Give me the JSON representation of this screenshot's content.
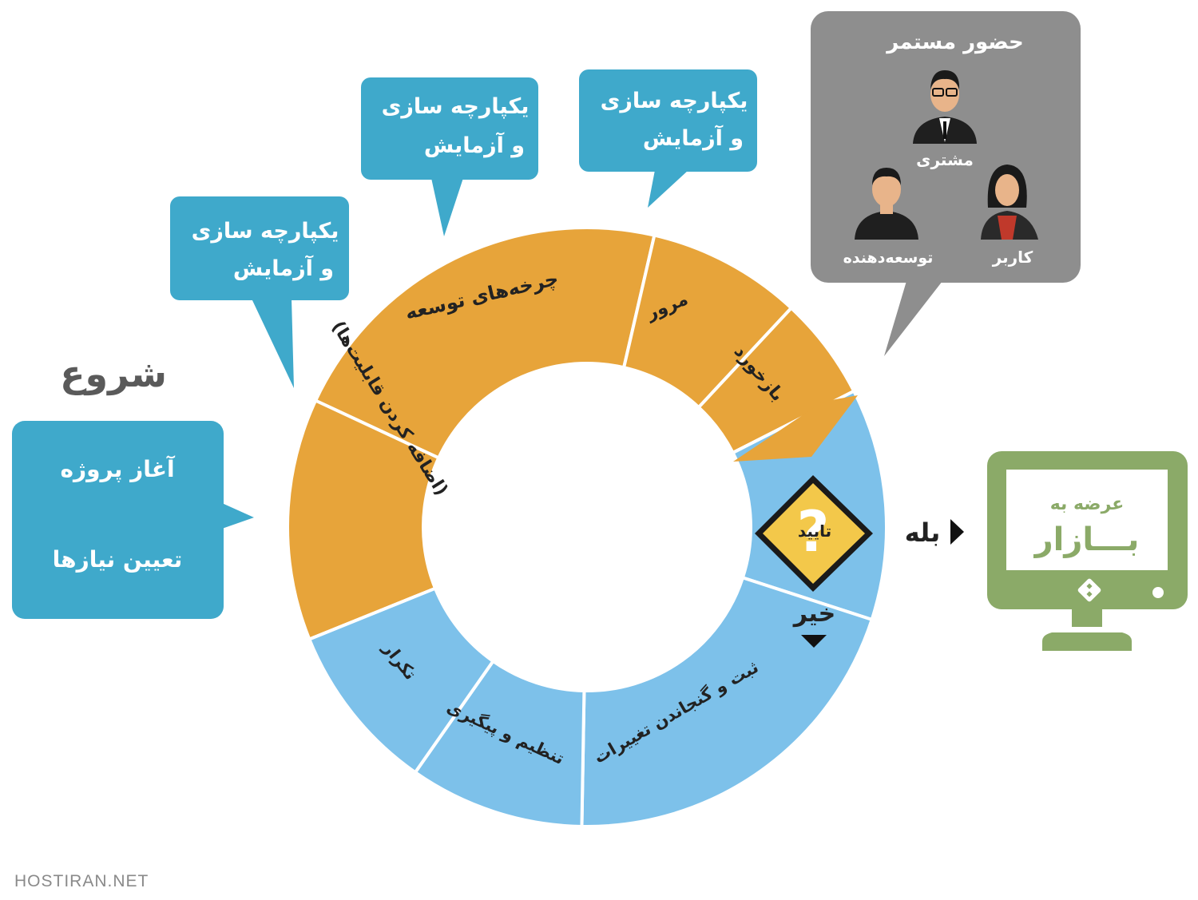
{
  "start": {
    "title": "شروع",
    "project_start": "آغاز پروژه",
    "requirements": "تعیین نیازها"
  },
  "integration_bubbles": [
    {
      "line1": "یکپارچه سازی",
      "line2": "و آزمایش"
    },
    {
      "line1": "یکپارچه سازی",
      "line2": "و آزمایش"
    },
    {
      "line1": "یکپارچه سازی",
      "line2": "و آزمایش"
    }
  ],
  "cycle": {
    "segments": {
      "dev_cycles_a": "چرخه‌های توسعه",
      "dev_cycles_b": "(اضافه کردن قابلیت‌ها)",
      "review": "مرور",
      "feedback": "بازخورد",
      "approval": "تایید",
      "record_changes": "ثبت و گنجاندن تغییرات",
      "tune_follow": "تنظیم و پیگیری",
      "repeat": "تکرار"
    },
    "no_label": "خیر"
  },
  "presence": {
    "title": "حضور مستمر",
    "customer": "مشتری",
    "developer": "توسعه‌دهنده",
    "user": "کاربر"
  },
  "market": {
    "yes_label": "بله",
    "line1": "عرضه به",
    "line2": "بـــازار"
  },
  "footer": {
    "site": "HOSTIRAN.NET"
  },
  "colors": {
    "orange": "#E7A43A",
    "blue": "#7DC1EA",
    "teal": "#3FA9CB",
    "gray_panel": "#8E8E8E",
    "green": "#8BAA68",
    "sign_yellow": "#F3C84A"
  }
}
